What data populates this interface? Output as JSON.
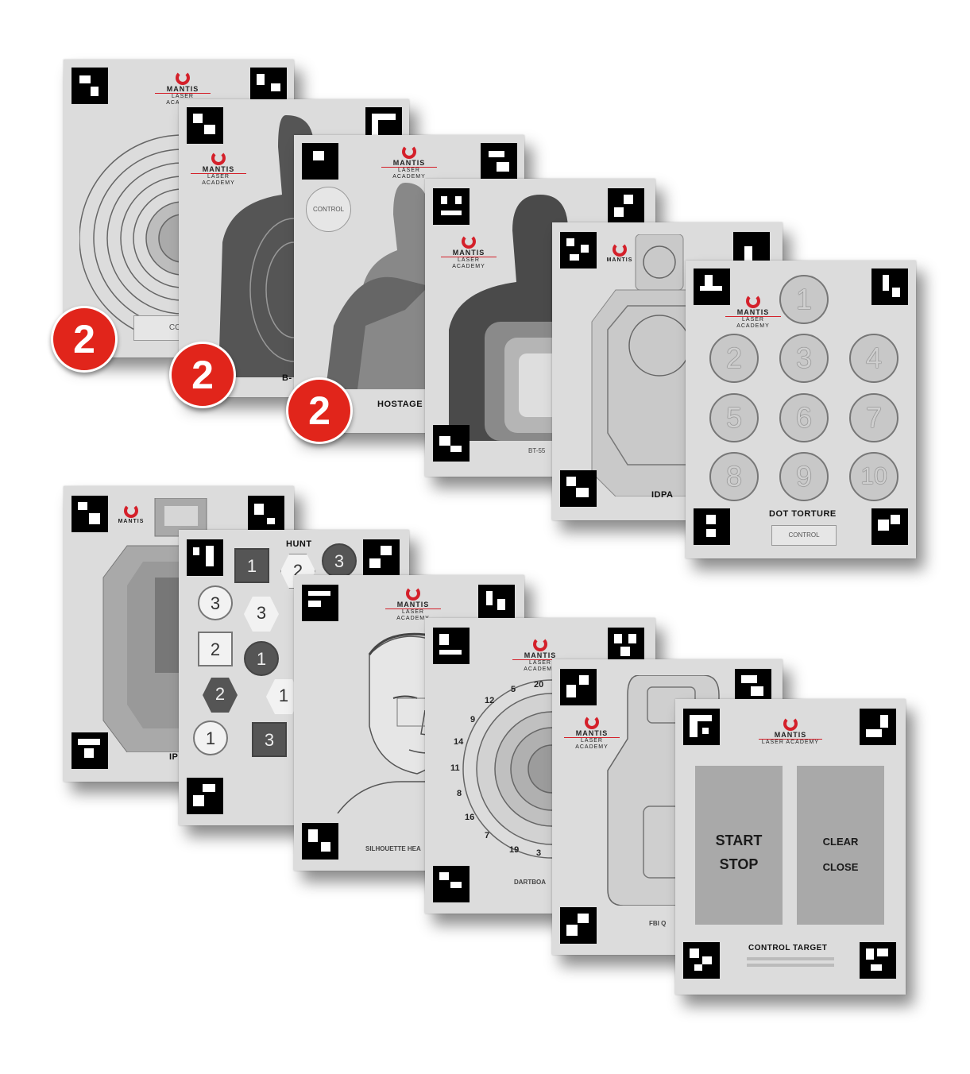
{
  "brand": {
    "name": "MANTIS",
    "sub": "LASER ACADEMY",
    "color": "#d4202a"
  },
  "badge": {
    "count": "2",
    "color": "#e1251b"
  },
  "cards": {
    "c1": {
      "label": "CON"
    },
    "c2": {
      "label": "B-"
    },
    "c3": {
      "label": "HOSTAGE",
      "control": "CONTROL"
    },
    "c4": {
      "label": "BT-55"
    },
    "c5": {
      "label": "IDPA"
    },
    "c6": {
      "label": "DOT TORTURE",
      "control": "CONTROL",
      "dots": [
        "1",
        "2",
        "3",
        "4",
        "5",
        "6",
        "7",
        "8",
        "9",
        "10"
      ]
    },
    "c7": {
      "label": "IP"
    },
    "c8": {
      "label": "HUNT",
      "items": [
        "1",
        "2",
        "3",
        "3",
        "3",
        "2",
        "1",
        "2",
        "1",
        "1",
        "3"
      ]
    },
    "c9": {
      "label": "SILHOUETTE HEA"
    },
    "c10": {
      "label": "DARTBOA",
      "numbers": [
        "12",
        "5",
        "20",
        "9",
        "14",
        "11",
        "8",
        "16",
        "7",
        "19",
        "3"
      ]
    },
    "c11": {
      "label": "FBI Q"
    },
    "c12": {
      "label": "CONTROL TARGET",
      "start": "START",
      "stop": "STOP",
      "clear": "CLEAR",
      "close": "CLOSE"
    }
  }
}
